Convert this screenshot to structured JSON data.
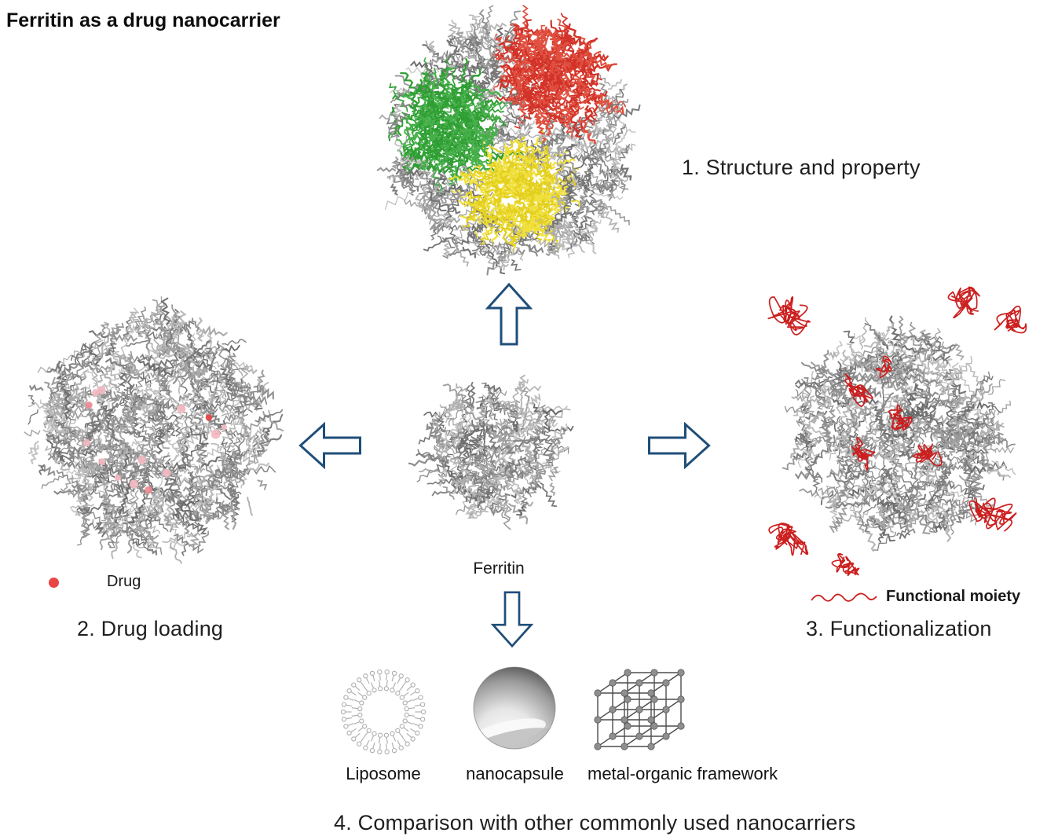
{
  "title": "Ferritin as a drug nanocarrier",
  "center": {
    "label": "Ferritin"
  },
  "sections": {
    "structure": {
      "label": "1. Structure and property"
    },
    "drug_loading": {
      "label": "2. Drug loading",
      "legend_label": "Drug"
    },
    "functionalization": {
      "label": "3. Functionalization",
      "annotation": "Functional moiety"
    },
    "comparison": {
      "label": "4. Comparison with other commonly used nanocarriers",
      "items": [
        {
          "label": "Liposome"
        },
        {
          "label": "nanocapsule"
        },
        {
          "label": "metal-organic framework"
        }
      ]
    }
  },
  "colors": {
    "arrow_outline": "#1f4e79",
    "subunit_red": "#d23228",
    "subunit_red2": "#e05040",
    "subunit_green": "#2f9e33",
    "subunit_green2": "#47b04b",
    "subunit_yellow": "#e3cf1e",
    "subunit_yellow2": "#f0e03c",
    "drug_dot": "#e84545",
    "drug_dot_pale": "#f2b8c0",
    "drug_dot_mid": "#ee8a95",
    "functional_moiety": "#cc1f1f",
    "protein_gray": "#8a8a8a"
  }
}
